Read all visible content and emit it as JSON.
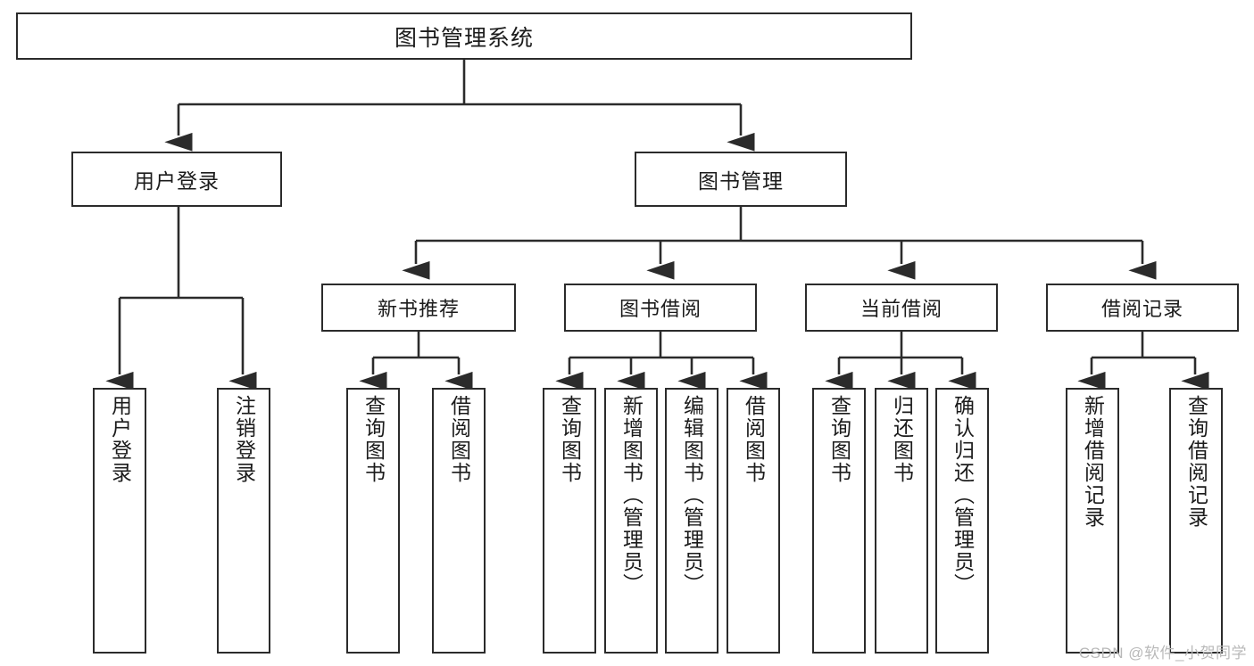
{
  "diagram": {
    "title": "图书管理系统",
    "watermark": "CSDN @软件_小贺同学",
    "colors": {
      "stroke": "#2b2b2b",
      "fill": "#ffffff",
      "text": "#1b1b1b",
      "watermark": "#b9b9b9"
    },
    "root": {
      "label": "图书管理系统"
    },
    "level2": [
      {
        "label": "用户登录"
      },
      {
        "label": "图书管理"
      }
    ],
    "level3": [
      {
        "label": "新书推荐"
      },
      {
        "label": "图书借阅"
      },
      {
        "label": "当前借阅"
      },
      {
        "label": "借阅记录"
      }
    ],
    "leaves": [
      {
        "label": "用户登录",
        "parent": "用户登录"
      },
      {
        "label": "注销登录",
        "parent": "用户登录"
      },
      {
        "label": "查询图书",
        "parent": "新书推荐"
      },
      {
        "label": "借阅图书",
        "parent": "新书推荐"
      },
      {
        "label": "查询图书",
        "parent": "图书借阅"
      },
      {
        "label": "新增图书（管理员）",
        "parent": "图书借阅"
      },
      {
        "label": "编辑图书（管理员）",
        "parent": "图书借阅"
      },
      {
        "label": "借阅图书",
        "parent": "图书借阅"
      },
      {
        "label": "查询图书",
        "parent": "当前借阅"
      },
      {
        "label": "归还图书",
        "parent": "当前借阅"
      },
      {
        "label": "确认归还（管理员）",
        "parent": "当前借阅"
      },
      {
        "label": "新增借阅记录",
        "parent": "借阅记录"
      },
      {
        "label": "查询借阅记录",
        "parent": "借阅记录"
      }
    ]
  }
}
